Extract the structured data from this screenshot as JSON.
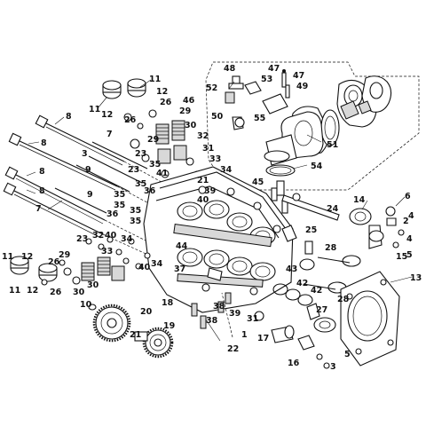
{
  "diagram": {
    "labels": [
      "11",
      "12",
      "26",
      "29",
      "11",
      "12",
      "26",
      "29",
      "8",
      "8",
      "7",
      "3",
      "8",
      "9",
      "9",
      "8",
      "7",
      "46",
      "48",
      "53",
      "47",
      "47",
      "49",
      "52",
      "50",
      "55",
      "51",
      "54",
      "45",
      "24",
      "30",
      "32",
      "31",
      "23",
      "35",
      "41",
      "34",
      "33",
      "21",
      "23",
      "35",
      "36",
      "39",
      "40",
      "35",
      "35",
      "36",
      "35",
      "44",
      "37",
      "35",
      "25",
      "14",
      "6",
      "2",
      "4",
      "4",
      "15",
      "5",
      "28",
      "43",
      "42",
      "42",
      "28",
      "27",
      "13",
      "11",
      "12",
      "11",
      "12",
      "26",
      "26",
      "29",
      "23",
      "32",
      "40",
      "34",
      "33",
      "30",
      "30",
      "40",
      "34",
      "10",
      "20",
      "18",
      "21",
      "19",
      "22",
      "38",
      "38",
      "39",
      "31",
      "1",
      "17",
      "16",
      "5",
      "3"
    ]
  }
}
